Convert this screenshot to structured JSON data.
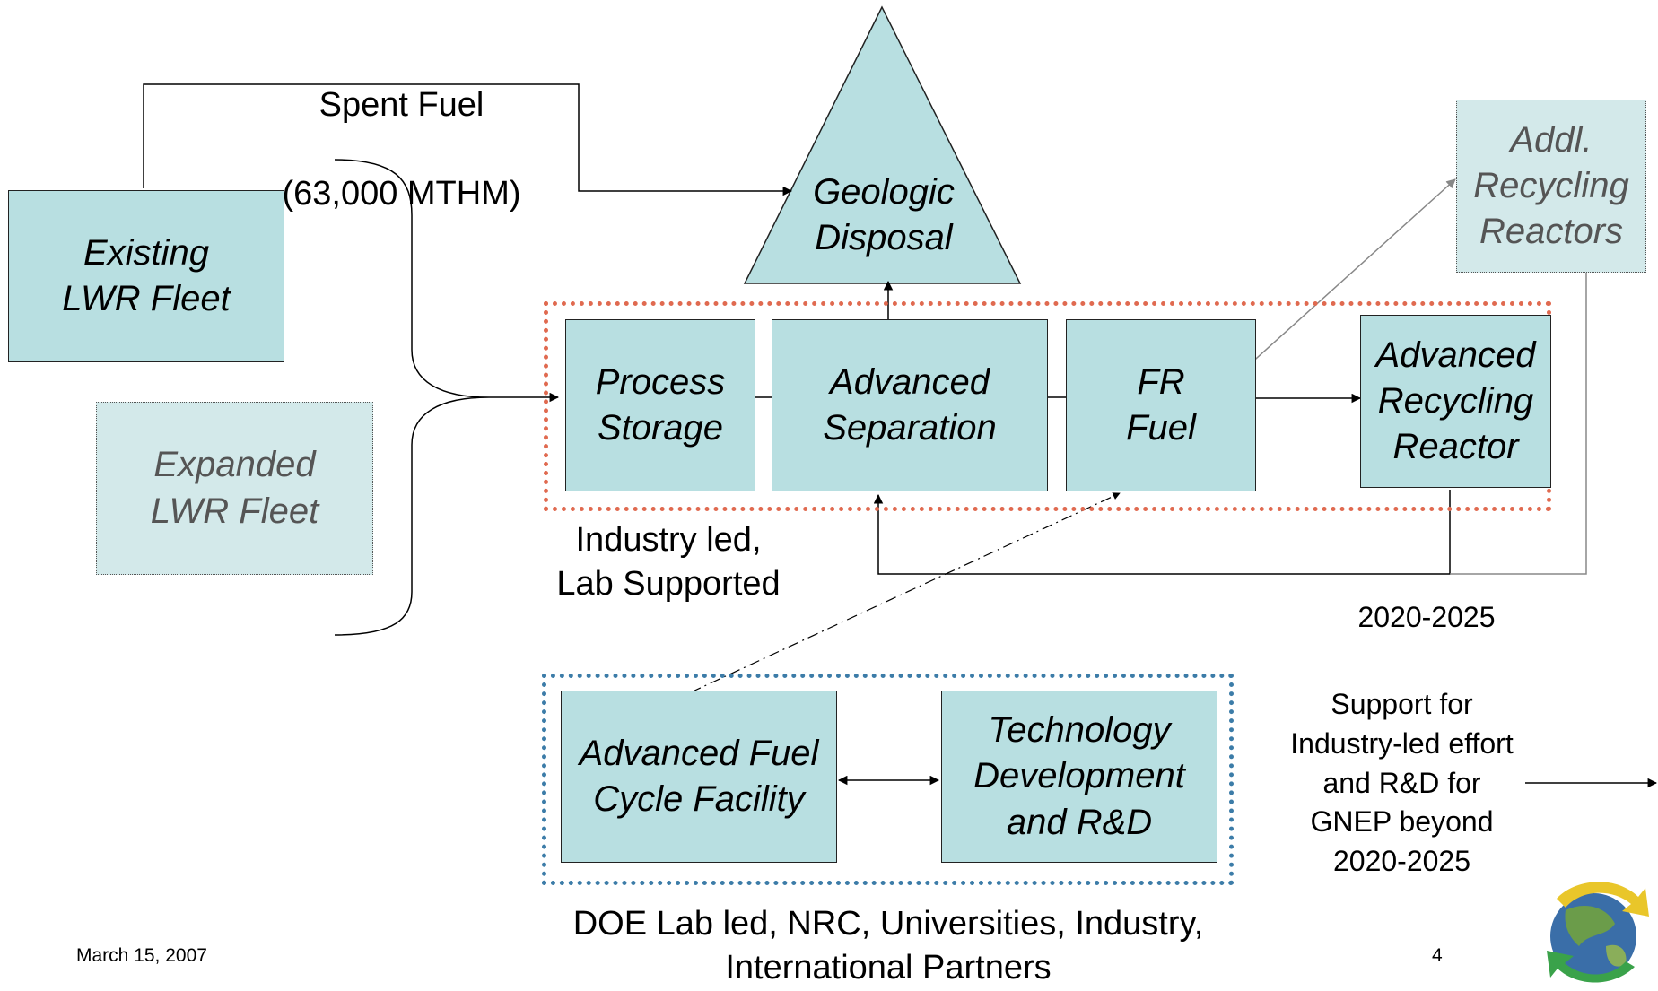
{
  "spent_fuel": {
    "line1": "Spent Fuel",
    "line2": "(63,000 MTHM)"
  },
  "boxes": {
    "existing_lwr": "Existing\nLWR Fleet",
    "expanded_lwr": "Expanded\nLWR Fleet",
    "geologic_disposal": "Geologic\nDisposal",
    "process_storage": "Process\nStorage",
    "advanced_separation": "Advanced\nSeparation",
    "fr_fuel": "FR\nFuel",
    "advanced_recycling_reactor": "Advanced\nRecycling\nReactor",
    "addl_recycling_reactors": "Addl.\nRecycling\nReactors",
    "advanced_fuel_cycle_facility": "Advanced Fuel\nCycle Facility",
    "technology_development": "Technology\nDevelopment\nand R&D"
  },
  "labels": {
    "industry_led": "Industry led,\nLab Supported",
    "timeframe": "2020-2025",
    "support": "Support for\nIndustry-led effort\nand R&D for\nGNEP beyond\n2020-2025",
    "doe_lab": "DOE Lab led, NRC, Universities, Industry,\nInternational Partners"
  },
  "footer": {
    "date": "March 15, 2007",
    "page_number": "4"
  },
  "colors": {
    "box_fill": "#b8dfe1",
    "box_fill_light": "#d3e9ea",
    "industry_frame": "#e06a50",
    "doe_frame": "#3c7ca8"
  },
  "logo": {
    "icon": "globe-recycle-logo-icon"
  }
}
